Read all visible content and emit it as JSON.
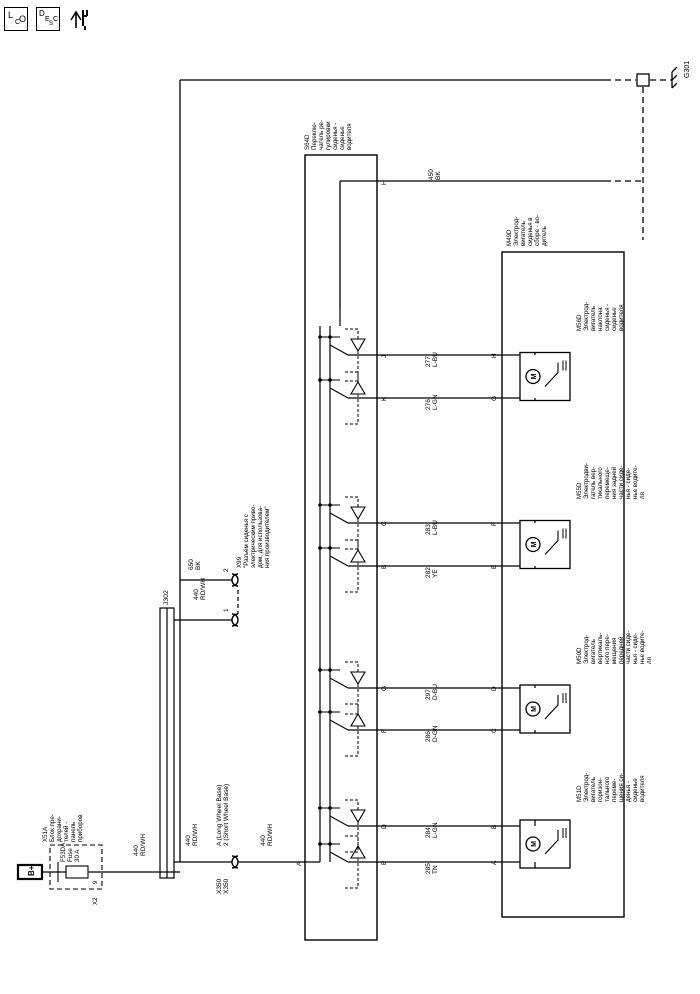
{
  "toolbar": {
    "loc_button": {
      "top": "L",
      "bottom": "O",
      "small": "C"
    },
    "desc_button": {
      "top": "D",
      "mid": "E",
      "small": "S",
      "end": "C"
    },
    "icons": [
      "location-icon",
      "description-icon",
      "tools-icon"
    ]
  },
  "ground": {
    "label": "G301"
  },
  "power": {
    "label": "B+"
  },
  "fuse_block": {
    "title_lines": [
      "X51A",
      "Блок пре-",
      "дохрани-",
      "телей -",
      "панель",
      "приборов"
    ],
    "fuse_lines": [
      "F53DA",
      "Fuse",
      "30 A"
    ],
    "connector": "X2",
    "pin": "9"
  },
  "wires": {
    "w440_1": [
      "440",
      "RD/WH"
    ],
    "w440_2": [
      "440",
      "RD/WH"
    ],
    "w440_3": [
      "440",
      "RD/WH"
    ],
    "w440_4": [
      "440",
      "RD/WH"
    ],
    "w650": [
      "650",
      "BK"
    ],
    "w450": [
      "450",
      "BK"
    ]
  },
  "x350": {
    "lines": [
      "X350",
      "X350"
    ],
    "pin_lines": [
      "A (Long Wheel Base)",
      "2 (Short Wheel Base)"
    ]
  },
  "j302": {
    "label": "J302"
  },
  "x99": {
    "pin1": "1",
    "pin2": "2",
    "desc_lines": [
      "X99",
      "\"Разъём сиденья с",
      "электрическим приво-",
      "дом, для использова-",
      "ния производителем\""
    ]
  },
  "switch": {
    "title_lines": [
      "S64D",
      "Переклю-",
      "чатель ре-",
      "гулировки",
      "сиденья -",
      "сиденье",
      "водителя"
    ],
    "pin_a": "A",
    "pin_h": "H",
    "pins": [
      "E",
      "D",
      "F",
      "G",
      "B",
      "C",
      "K",
      "J"
    ],
    "wire_numbers": [
      "285",
      "284",
      "286",
      "297",
      "282",
      "283",
      "276",
      "277"
    ],
    "wire_colors": [
      "TN",
      "L-GN",
      "D-GN",
      "D-BU",
      "YE",
      "L-BU",
      "L-GN",
      "L-BU"
    ]
  },
  "motor_assembly": {
    "title_lines": [
      "M49D",
      "Электрод-",
      "вигатель",
      "сиденья в",
      "сборе - во-",
      "дитель"
    ],
    "pins": [
      "A",
      "B",
      "C",
      "D",
      "E",
      "F",
      "G",
      "H"
    ]
  },
  "motors": [
    {
      "lines": [
        "M51D",
        "Электрод-",
        "вигатель",
        "горизон-",
        "тального",
        "переме-",
        "щения си-",
        "денья -",
        "сиденье",
        "водителя"
      ]
    },
    {
      "lines": [
        "M50D",
        "Электрод-",
        "вигатель",
        "вертикаль-",
        "ного пере-",
        "мещения",
        "передней",
        "части сиде-",
        "нья - сиде-",
        "нье водите-",
        "ля"
      ]
    },
    {
      "lines": [
        "M55D",
        "Электродви-",
        "гатель вер-",
        "тикального",
        "перемеще-",
        "ния задней",
        "части сиде-",
        "нья - сиде-",
        "нье водите-",
        "ля"
      ]
    },
    {
      "lines": [
        "M56D",
        "Электрод-",
        "вигатель",
        "наклона",
        "сиденья -",
        "сиденье",
        "водителя"
      ]
    }
  ]
}
